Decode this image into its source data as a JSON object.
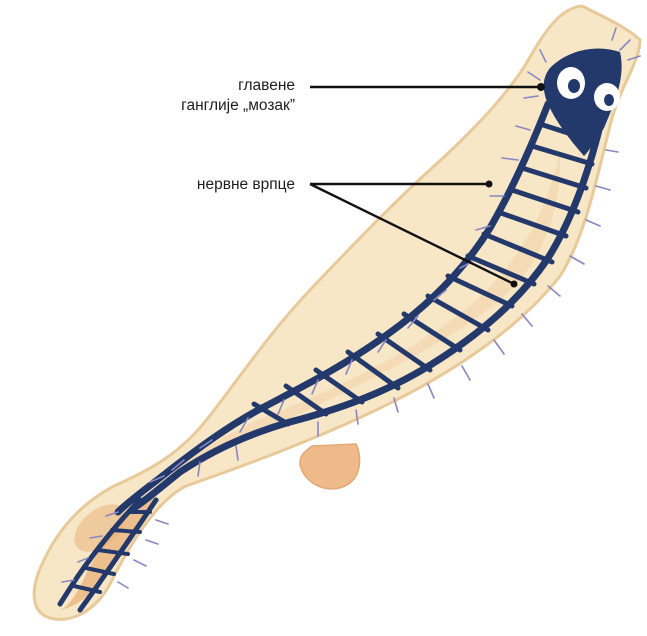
{
  "labels": {
    "brain_line1": "главене",
    "brain_line2": "ганглије „мозак”",
    "nerve_cords": "нервне врпце"
  },
  "colors": {
    "body_fill": "#f7e7c7",
    "body_outline": "#e8c99a",
    "body_shade": "#f2d2a8",
    "tail_shade": "#e9b27a",
    "pharynx": "#efb98a",
    "nerve": "#24396b",
    "nerve_fine": "#8a86c2",
    "eye_white": "#ffffff",
    "leader_line": "#111111"
  },
  "icons": {
    "organism": "planarian-flatworm-icon",
    "eye": "eye-icon"
  }
}
